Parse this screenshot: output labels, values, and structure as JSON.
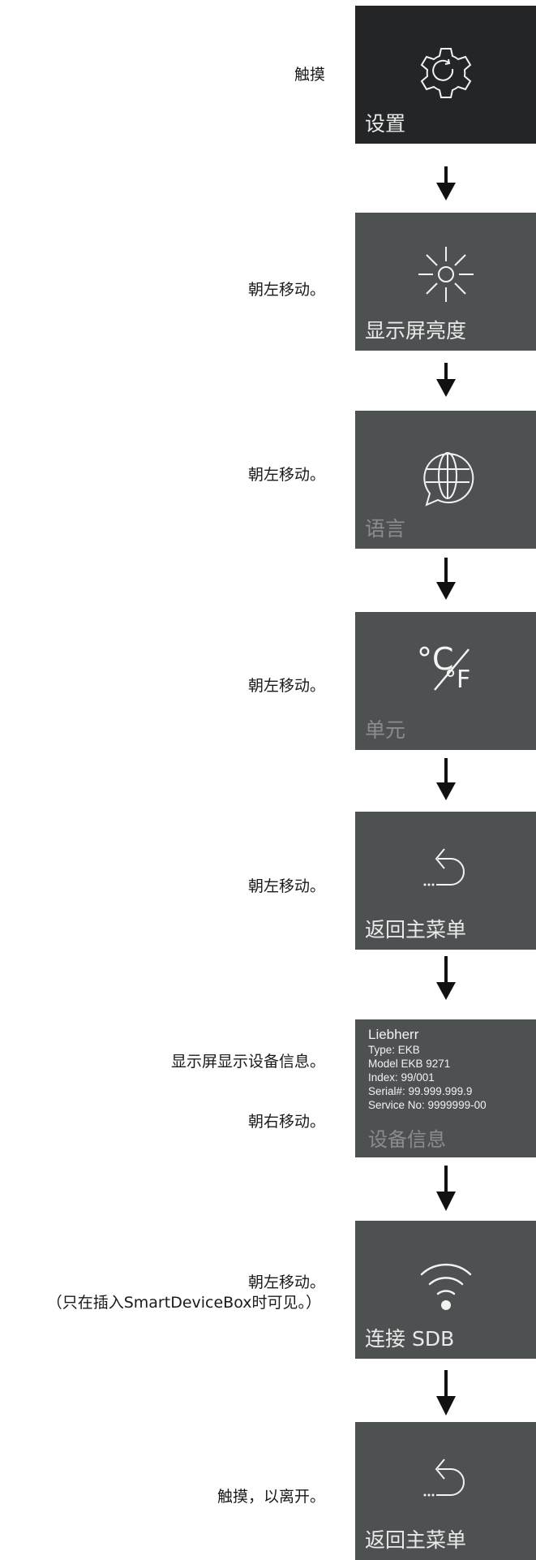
{
  "steps": [
    {
      "instruction": "触摸",
      "tile_label": "设置",
      "icon": "gear-icon"
    },
    {
      "instruction": "朝左移动。",
      "tile_label": "显示屏亮度",
      "icon": "brightness-icon"
    },
    {
      "instruction": "朝左移动。",
      "tile_label": "语言",
      "icon": "globe-chat-icon"
    },
    {
      "instruction": "朝左移动。",
      "tile_label": "单元",
      "icon": "temperature-unit-icon",
      "unit_c": "°C",
      "unit_f": "°F"
    },
    {
      "instruction": "朝左移动。",
      "tile_label": "返回主菜单",
      "icon": "back-arrow-icon"
    },
    {
      "instruction": "显示屏显示设备信息。",
      "instruction2": "朝右移动。",
      "tile_label": "设备信息",
      "info_lines": [
        "Liebherr",
        "Type: EKB",
        "Model EKB 9271",
        "Index: 99/001",
        "Serial#: 99.999.999.9",
        "Service No: 9999999-00"
      ]
    },
    {
      "instruction": "朝左移动。",
      "instruction2": "（只在插入SmartDeviceBox时可见。）",
      "tile_label": "连接 SDB",
      "icon": "wifi-icon"
    },
    {
      "instruction": "触摸，以离开。",
      "tile_label": "返回主菜单",
      "icon": "back-arrow-icon"
    }
  ],
  "colors": {
    "tile": "#4e5152",
    "tile_dark": "#232526",
    "arrow": "#111111"
  }
}
